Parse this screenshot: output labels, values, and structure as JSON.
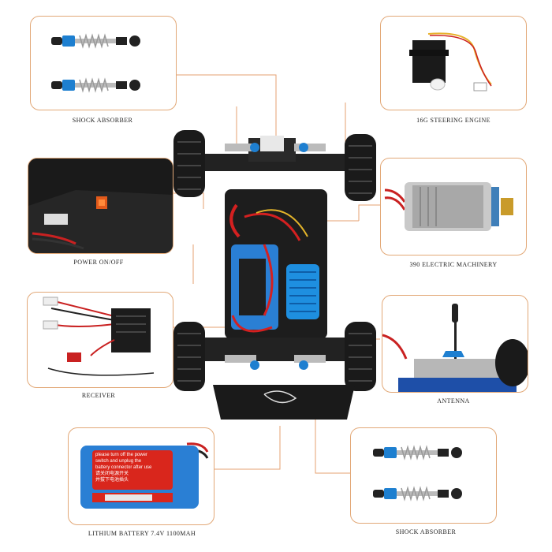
{
  "captions": {
    "shock_absorber_top": "SHOCK ABSORBER",
    "steering_engine": "16G STEERING ENGINE",
    "power": "POWER ON/OFF",
    "motor": "390 ELECTRIC MACHINERY",
    "receiver": "RECEIVER",
    "antenna": "ANTENNA",
    "battery": "LITHIUM BATTERY 7.4V 1100MAH",
    "shock_absorber_bottom": "SHOCK ABSORBER"
  },
  "battery_label": {
    "line1": "please turn off the power",
    "line2": "switch and unplug the",
    "line3": "battery connector after use",
    "line4": "请关闭电源开关",
    "line5": "并拔下电池插头"
  },
  "colors": {
    "accent_line": "#e6a070",
    "car_blue": "#1e7fd0",
    "battery_blue": "#2a7fd4",
    "battery_red": "#d9261c"
  }
}
